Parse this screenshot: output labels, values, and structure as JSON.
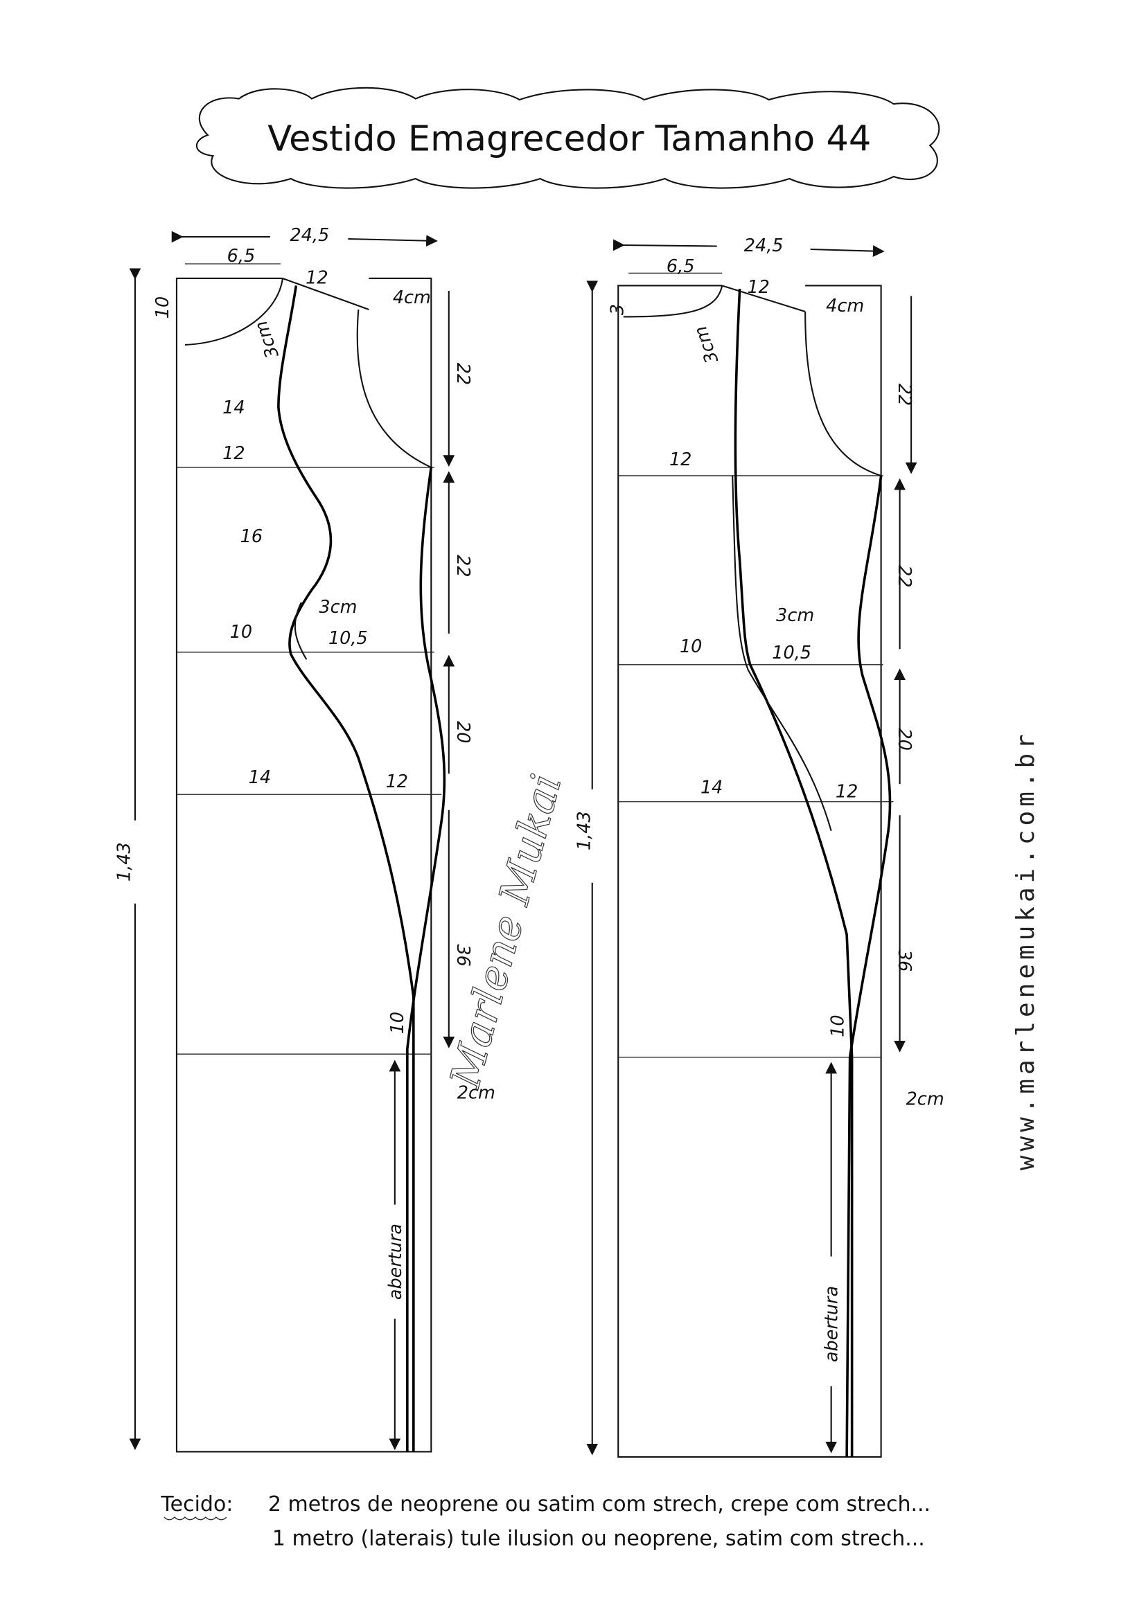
{
  "title": "Vestido Emagrecedor Tamanho 44",
  "watermark_url": "www.marlenemukai.com.br",
  "signature": "Marlene Mukai",
  "left_pattern": {
    "width_total": "24,5",
    "neck_width": "6,5",
    "shoulder": "12",
    "neck_depth": "10",
    "shoulder_drop": "4cm",
    "neck_band": "3cm",
    "length_total": "1,43",
    "upper_bust": "14",
    "bust": "12",
    "under_bust": "16",
    "waist_left": "10",
    "waist_right": "10,5",
    "dart": "3cm",
    "hip_left": "14",
    "hip_right": "12",
    "seg1": "22",
    "seg2": "22",
    "seg3": "20",
    "seg4": "36",
    "small_10": "10",
    "hem_offset": "2cm",
    "opening": "abertura"
  },
  "right_pattern": {
    "width_total": "24,5",
    "neck_width": "6,5",
    "shoulder": "12",
    "neck_depth": "3",
    "shoulder_drop": "4cm",
    "neck_band": "3cm",
    "length_total": "1,43",
    "bust": "12",
    "waist_left": "10",
    "waist_right": "10,5",
    "dart": "3cm",
    "hip_left": "14",
    "hip_right": "12",
    "seg1": "22",
    "seg2": "22",
    "seg3": "20",
    "seg4": "36",
    "small_10": "10",
    "hem_offset": "2cm",
    "opening": "abertura"
  },
  "fabric_note": {
    "label": "Tecido:",
    "line1": "2 metros de neoprene ou satim com strech, crepe com strech...",
    "line2": "1 metro (laterais) tule ilusion ou neoprene, satim com strech..."
  }
}
